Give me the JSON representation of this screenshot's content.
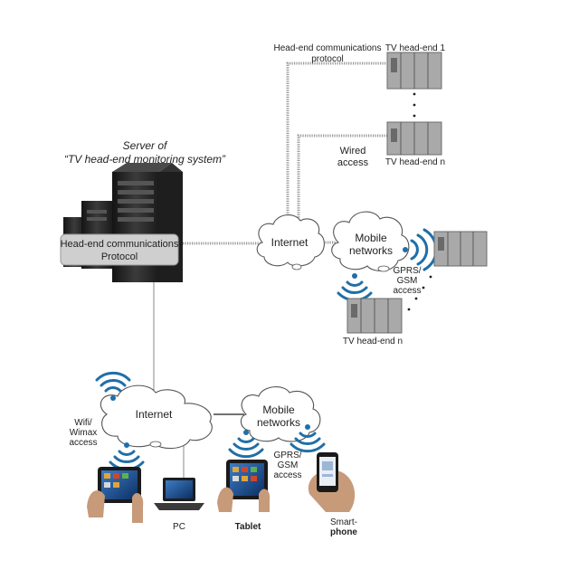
{
  "server": {
    "title_line1": "Server of",
    "title_line2": "“TV head-end monitoring system”",
    "protocol_line1": "Head-end communications",
    "protocol_line2": "Protocol"
  },
  "top": {
    "protocol_line1": "Head-end communications",
    "protocol_line2": "protocol",
    "headend_1": "TV head-end 1",
    "headend_n": "TV head-end n",
    "wired_line1": "Wired",
    "wired_line2": "access"
  },
  "middle": {
    "internet": "Internet",
    "mobile_line1": "Mobile",
    "mobile_line2": "networks",
    "gprs_line1": "GPRS/",
    "gprs_line2": "GSM",
    "gprs_line3": "access",
    "headend_n": "TV head-end n"
  },
  "bottom": {
    "internet": "Internet",
    "mobile_line1": "Mobile",
    "mobile_line2": "networks",
    "wifi_line1": "Wifi/",
    "wifi_line2": "Wimax",
    "wifi_line3": "access",
    "gprs_line1": "GPRS/",
    "gprs_line2": "GSM",
    "gprs_line3": "access",
    "pc": "PC",
    "tablet": "Tablet",
    "phone_line1": "Smart-",
    "phone_line2": "phone"
  },
  "colors": {
    "signal": "#1f6fa8",
    "rack": "#a9a9a9",
    "server": "#2a2a2a"
  }
}
